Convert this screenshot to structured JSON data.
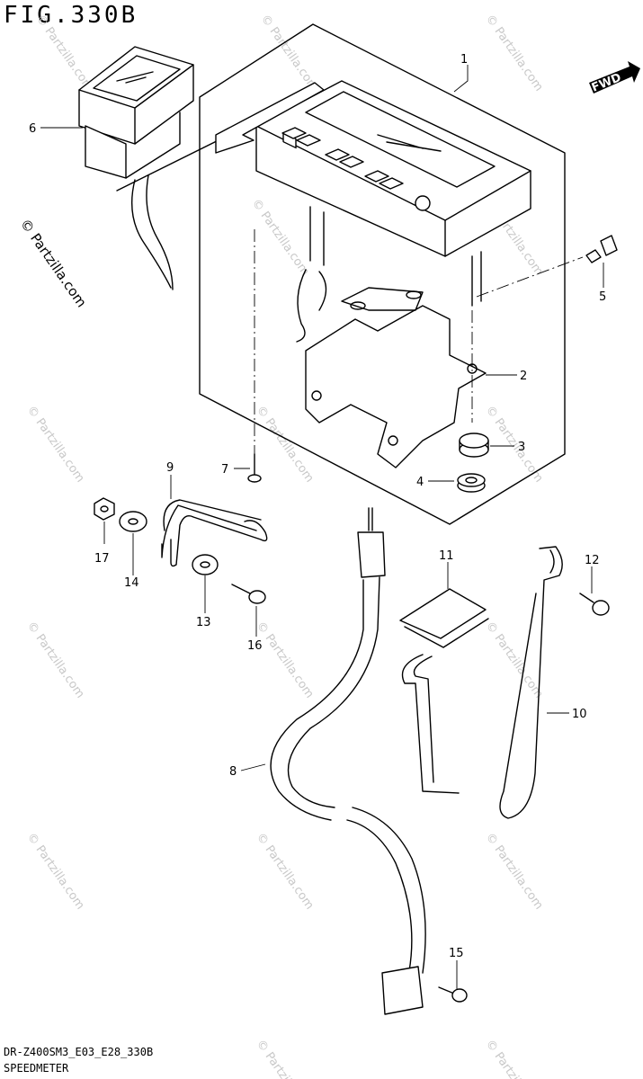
{
  "header": {
    "figure_title": "FIG.330B"
  },
  "footer": {
    "diagram_code": "DR-Z400SM3_E03_E28_330B",
    "section_name": "SPEEDMETER"
  },
  "fwd_badge": {
    "label": "FWD",
    "icon": "forward-arrow-icon"
  },
  "watermark": {
    "text": "© Partzilla.com"
  },
  "callouts": {
    "c1": "1",
    "c2": "2",
    "c3": "3",
    "c4": "4",
    "c5": "5",
    "c6": "6",
    "c7": "7",
    "c8": "8",
    "c9": "9",
    "c10": "10",
    "c11": "11",
    "c12": "12",
    "c13": "13",
    "c14": "14",
    "c15": "15",
    "c16": "16",
    "c17": "17"
  }
}
